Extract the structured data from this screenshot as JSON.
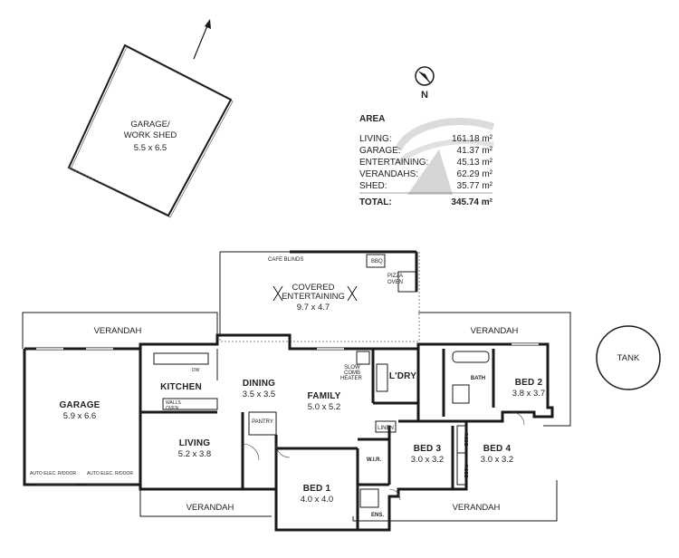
{
  "compass": {
    "north_label": "N"
  },
  "garage_shed": {
    "label_1": "GARAGE/",
    "label_2": "WORK SHED",
    "dim": "5.5 x 6.5"
  },
  "area_table": {
    "title": "AREA",
    "rows": [
      {
        "label": "LIVING:",
        "value": "161.18 m²"
      },
      {
        "label": "GARAGE:",
        "value": "41.37 m²"
      },
      {
        "label": "ENTERTAINING:",
        "value": "45.13 m²"
      },
      {
        "label": "VERANDAHS:",
        "value": "62.29 m²"
      },
      {
        "label": "SHED:",
        "value": "35.77 m²"
      }
    ],
    "total": {
      "label": "TOTAL:",
      "value": "345.74 m²"
    }
  },
  "rooms": {
    "entertaining": {
      "name_1": "COVERED",
      "name_2": "ENTERTAINING",
      "dim": "9.7 x 4.7"
    },
    "garage": {
      "name": "GARAGE",
      "dim": "5.9 x 6.6"
    },
    "kitchen": {
      "name": "KITCHEN"
    },
    "dining": {
      "name": "DINING",
      "dim": "3.5 x 3.5"
    },
    "family": {
      "name": "FAMILY",
      "dim": "5.0 x 5.2"
    },
    "living": {
      "name": "LIVING",
      "dim": "5.2 x 3.8"
    },
    "bed1": {
      "name": "BED 1",
      "dim": "4.0 x 4.0"
    },
    "bed2": {
      "name": "BED 2",
      "dim": "3.8 x 3.7"
    },
    "bed3": {
      "name": "BED 3",
      "dim": "3.0 x 3.2"
    },
    "bed4": {
      "name": "BED 4",
      "dim": "3.0 x 3.2"
    },
    "laundry": {
      "name": "L'DRY"
    },
    "bath": {
      "name": "BATH"
    },
    "wir": {
      "name": "W.I.R."
    },
    "ens": {
      "name": "ENS."
    },
    "pantry": {
      "name": "PANTRY"
    },
    "linen": {
      "name": "LINEN"
    },
    "tank": {
      "name": "TANK"
    }
  },
  "verandahs": {
    "top_left": "VERANDAH",
    "top_right": "VERANDAH",
    "bottom_left": "VERANDAH",
    "bottom_right": "VERANDAH"
  },
  "annotations": {
    "cafe_blinds": "CAFE BLINDS",
    "bbq": "BBQ",
    "pizza_oven_1": "PIZZA",
    "pizza_oven_2": "OVEN",
    "heater_1": "SLOW",
    "heater_2": "COMB",
    "heater_3": "HEATER",
    "dw": "DW",
    "walls_oven_1": "WALLS",
    "walls_oven_2": "OVEN",
    "robe_1": "ROBE",
    "robe_2": "ROBE",
    "auto_door_1": "AUTO ELEC. R/DOOR",
    "auto_door_2": "AUTO ELEC. R/DOOR"
  }
}
